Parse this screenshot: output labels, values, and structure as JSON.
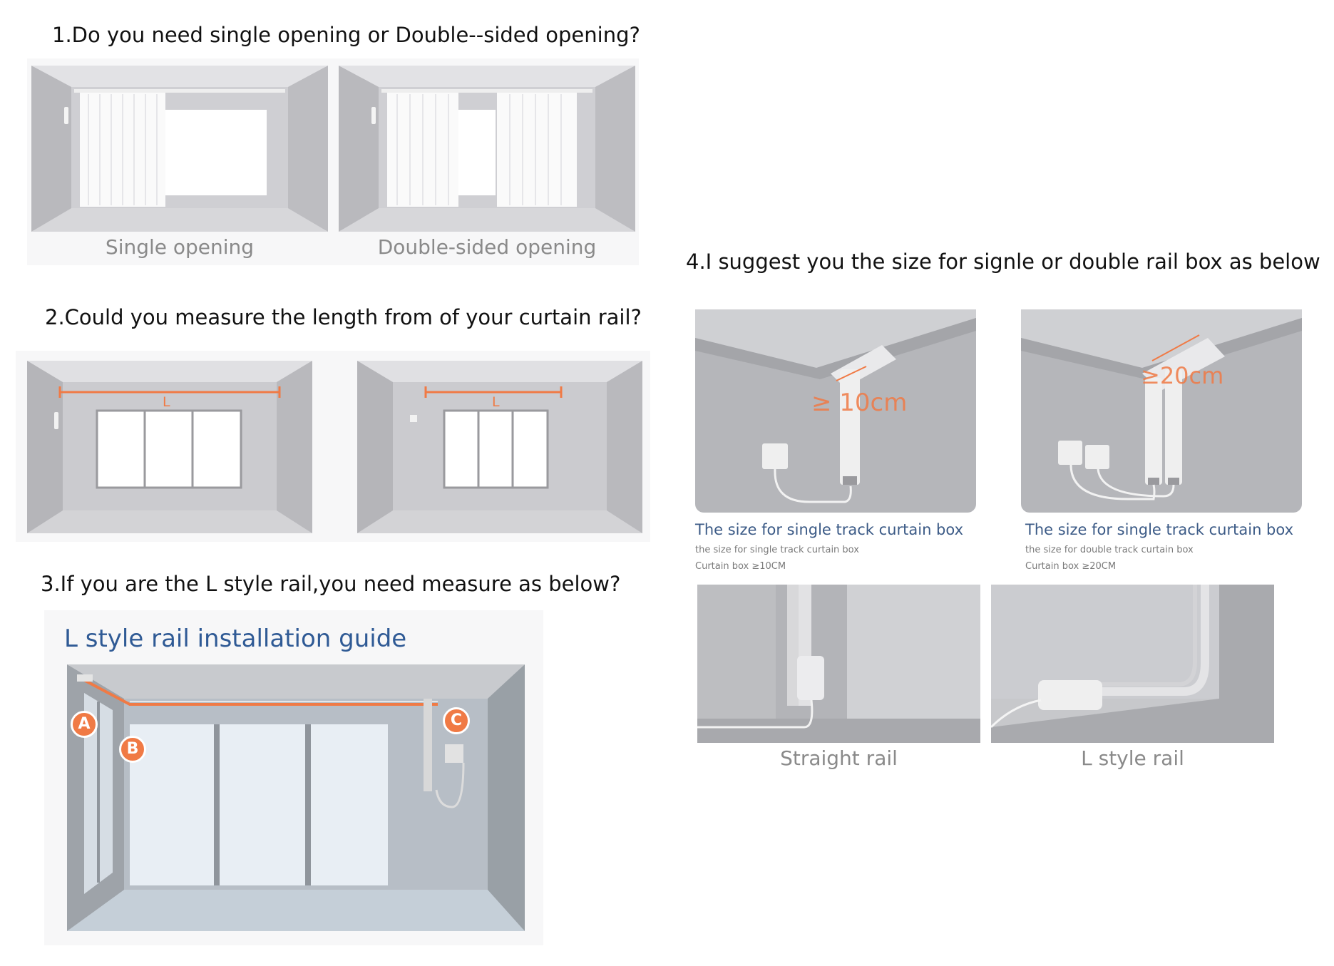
{
  "sections": {
    "s1": {
      "heading": "1.Do you need single opening or Double--sided opening?",
      "captions": [
        "Single opening",
        "Double-sided opening"
      ]
    },
    "s2": {
      "heading": "2.Could you measure the length from of your curtain rail?",
      "length_label": "L"
    },
    "s3": {
      "heading": "3.If you are the L style rail,you need measure as below?",
      "guide_title": "L style rail installation guide",
      "points": [
        "A",
        "B",
        "C"
      ]
    },
    "s4": {
      "heading": "4.I suggest you the size for signle or double rail box as below",
      "boxes": [
        {
          "measure": "≥ 10cm",
          "title": "The size for single track curtain box",
          "sub": "the size for single track curtain box",
          "spec": "Curtain box ≥10CM"
        },
        {
          "measure": "≥20cm",
          "title": "The size for single track curtain box",
          "sub": "the size for double track curtain box",
          "spec": "Curtain box ≥20CM"
        }
      ],
      "rail_captions": [
        "Straight rail",
        "L style rail"
      ]
    }
  },
  "colors": {
    "accent_orange": "#f07a45",
    "title_blue": "#2f5a95",
    "caption_blue": "#3b5a86"
  }
}
